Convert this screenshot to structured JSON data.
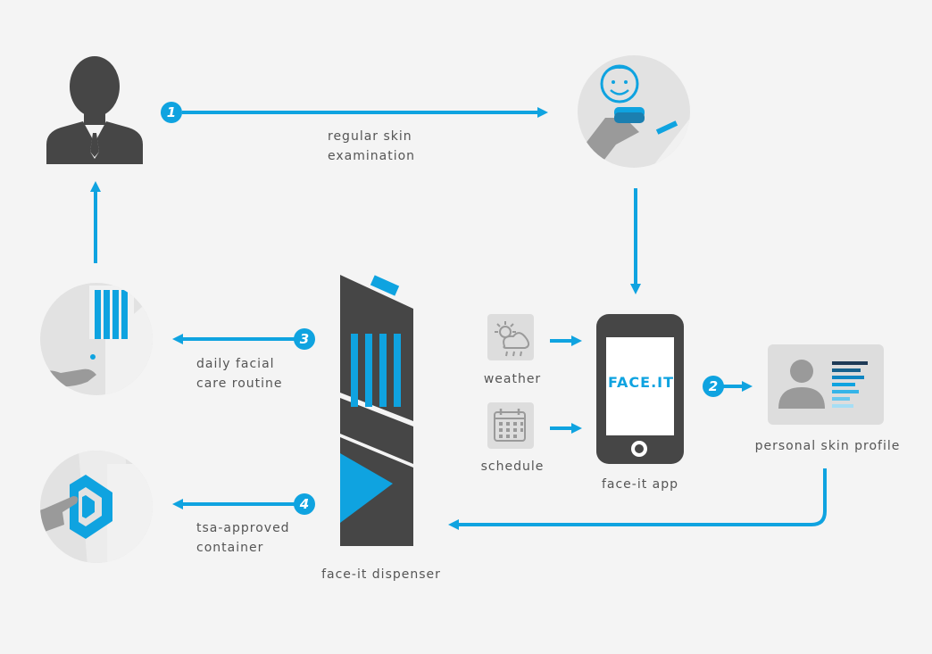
{
  "colors": {
    "accent": "#0fa3e0",
    "dark": "#464646",
    "circle": "#e2e2e2",
    "tile": "#dddddd",
    "background": "#f4f4f4"
  },
  "steps": [
    "1",
    "2",
    "3",
    "4"
  ],
  "labels": {
    "regular_skin_line1": "regular skin",
    "regular_skin_line2": "examination",
    "daily_line1": "daily facial",
    "daily_line2": "care routine",
    "tsa_line1": "tsa-approved",
    "tsa_line2": "container",
    "dispenser": "face-it dispenser",
    "weather": "weather",
    "schedule": "schedule",
    "app": "face-it app",
    "profile": "personal skin profile"
  },
  "app_brand": "FACE.IT",
  "icons": [
    "person-icon",
    "doctor-scan-icon",
    "dispensing-hand-icon",
    "container-hand-icon",
    "dispenser-icon",
    "weather-icon",
    "calendar-icon",
    "smartphone-icon",
    "profile-card-icon"
  ]
}
